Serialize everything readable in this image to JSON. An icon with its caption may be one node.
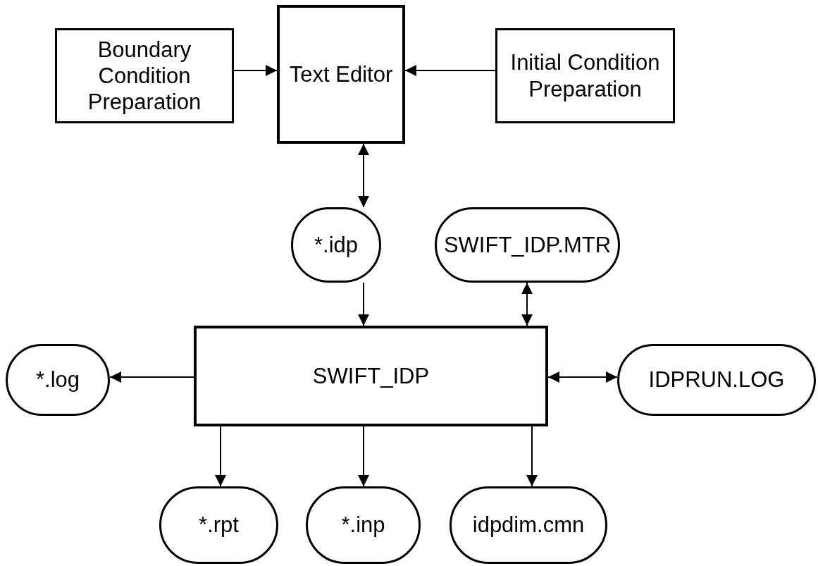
{
  "diagram": {
    "nodes": [
      {
        "text": [
          "Boundary Condition Preparation"
        ]
      },
      {
        "text": [
          "Text Editor"
        ]
      },
      {
        "text": [
          "Initial Condition Preparation"
        ]
      },
      {
        "text": [
          "*.idp"
        ]
      },
      {
        "text": [
          "SWIFT_IDP.MTR"
        ]
      },
      {
        "text": [
          "SWIFT_IDP"
        ]
      },
      {
        "text": [
          "*.log"
        ]
      },
      {
        "text": [
          "IDPRUN.LOG"
        ]
      },
      {
        "text": [
          "*.rpt"
        ]
      },
      {
        "text": [
          "*.inp"
        ]
      },
      {
        "text": [
          "idpdim.cmn"
        ]
      }
    ],
    "edges": [
      {
        "from": 0,
        "to": 1,
        "arrow": "to"
      },
      {
        "from": 2,
        "to": 1,
        "arrow": "to"
      },
      {
        "from": 1,
        "to": 3,
        "arrow": "both"
      },
      {
        "from": 3,
        "to": 5,
        "arrow": "to"
      },
      {
        "from": 4,
        "to": 5,
        "arrow": "both"
      },
      {
        "from": 5,
        "to": 6,
        "arrow": "to"
      },
      {
        "from": 5,
        "to": 7,
        "arrow": "both"
      },
      {
        "from": 5,
        "to": 8,
        "arrow": "to"
      },
      {
        "from": 5,
        "to": 9,
        "arrow": "to"
      },
      {
        "from": 5,
        "to": 10,
        "arrow": "to"
      }
    ]
  }
}
